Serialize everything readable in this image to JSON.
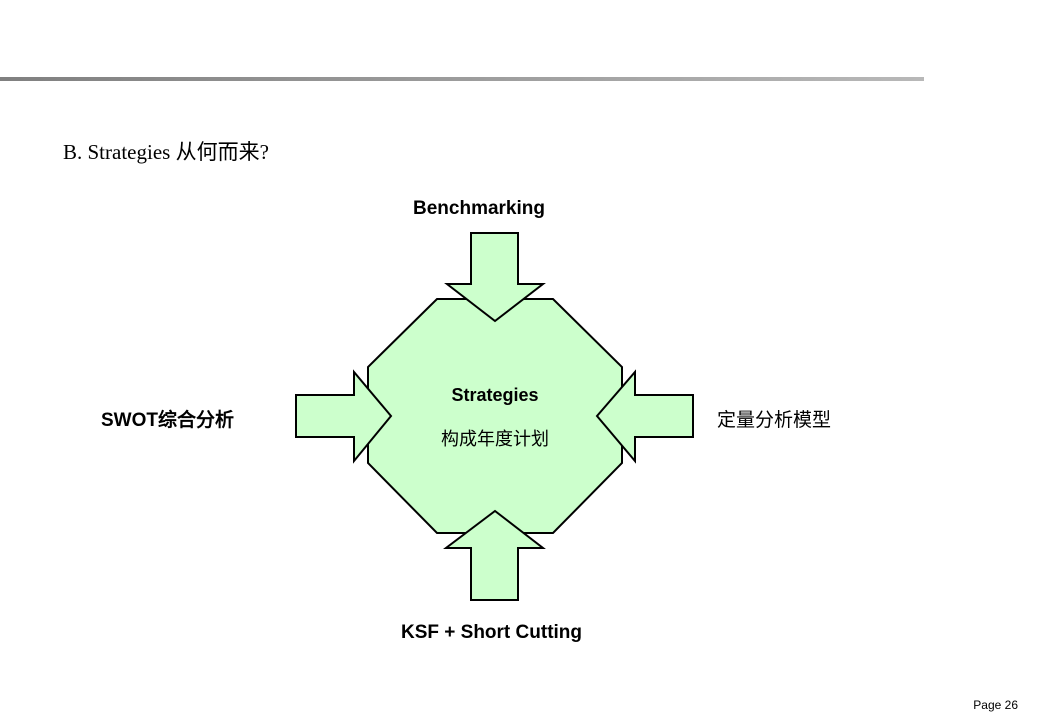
{
  "heading": "B. Strategies 从何而来?",
  "center": {
    "title": "Strategies",
    "subtitle": "构成年度计划"
  },
  "inputs": {
    "top": "Benchmarking",
    "left": "SWOT综合分析",
    "right": "定量分析模型",
    "bottom": "KSF + Short Cutting"
  },
  "colors": {
    "shape_fill": "#ccffcc",
    "stroke": "#000000"
  },
  "footer": {
    "page": "Page 26"
  }
}
